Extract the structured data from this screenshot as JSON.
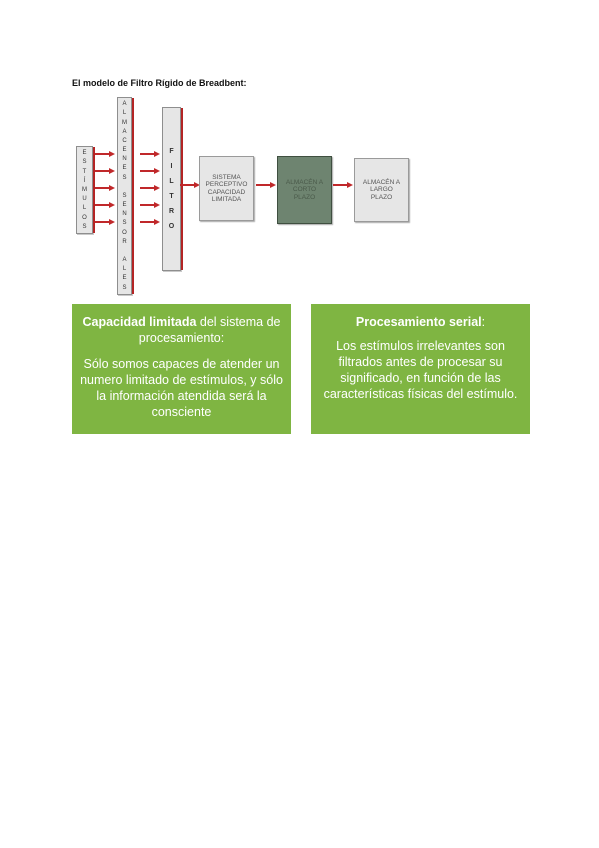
{
  "title": "El modelo de Filtro Rígido de Breadbent:",
  "diagram": {
    "estimulos_letters": [
      "E",
      "S",
      "T",
      "Í",
      "M",
      "U",
      "L",
      "O",
      "S"
    ],
    "almacenes_letters": [
      "A",
      "L",
      "M",
      "A",
      "C",
      "E",
      "N",
      "E",
      "S",
      "",
      "S",
      "E",
      "N",
      "S",
      "O",
      "R",
      "",
      "A",
      "L",
      "E",
      "S"
    ],
    "filtro_letters": [
      "F",
      "I",
      "L",
      "T",
      "R",
      "O"
    ],
    "sistema_label": "SISTEMA PERCEPTIVO CAPACIDAD LIMITADA",
    "corto_label": "ALMACÉN A CORTO PLAZO",
    "largo_label": "ALMACÉN A LARGO PLAZO"
  },
  "box1": {
    "heading_bold": "Capacidad limitada",
    "heading_rest": " del sistema de procesamiento:",
    "body": "Sólo somos capaces de atender un numero limitado de estímulos, y sólo la información atendida será la consciente"
  },
  "box2": {
    "heading_bold": "Procesamiento serial",
    "heading_rest": ":",
    "body": "Los estímulos irrelevantes son filtrados antes de procesar su significado, en función de las características físicas del estímulo."
  },
  "colors": {
    "green": "#7fb542",
    "arrow_red": "#c0282a",
    "dark_box": "#6e8470",
    "light_box": "#e6e6e6"
  }
}
